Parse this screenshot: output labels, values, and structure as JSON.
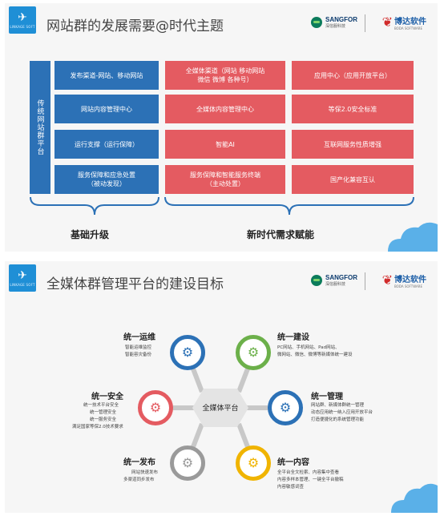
{
  "slide1": {
    "logo": {
      "sub": "LINKAGE SOFT"
    },
    "title": "网站群的发展需要@时代主题",
    "brand_sangfor": {
      "name": "SANGFOR",
      "cn": "深信服科技"
    },
    "brand_boda": {
      "name": "博达软件",
      "cn": "BODA SOFTWARE"
    },
    "side_label": "传统网站群平台",
    "rows": [
      {
        "a": "发布渠道-网站、移动网站",
        "b": "全媒体渠道（网站 移动网站\n微信 微博 各种号）",
        "c": "应用中心（应用开放平台）"
      },
      {
        "a": "网站内容管理中心",
        "b": "全媒体内容管理中心",
        "c": "等保2.0安全标准"
      },
      {
        "a": "运行支撑（运行保障）",
        "b": "智能AI",
        "c": "互联网服务性质增强"
      },
      {
        "a": "服务保障和应急处置\n（被动发现）",
        "b": "服务保障和智能服务终端\n（主动处置）",
        "c": "国产化兼容互认"
      }
    ],
    "footer_left": "基础升级",
    "footer_right": "新时代需求赋能",
    "colors": {
      "blue": "#2c71b6",
      "red": "#e45b61"
    }
  },
  "slide2": {
    "title": "全媒体群管理平台的建设目标",
    "hub": "全媒体平台",
    "nodes": {
      "ops": {
        "title": "统一运维",
        "lines": [
          "智能运维监控",
          "智能容灾备份"
        ],
        "color": "#2c71b6"
      },
      "build": {
        "title": "统一建设",
        "lines": [
          "PC网站、手机网站、Pad网站、",
          "微网站、微信、微博等新媒体统一建设"
        ],
        "color": "#6cb04a"
      },
      "security": {
        "title": "统一安全",
        "lines": [
          "统一技术平台安全",
          "统一管理安全",
          "统一服务安全",
          "满足国家等保2.0技术要求"
        ],
        "color": "#e45b61"
      },
      "manage": {
        "title": "统一管理",
        "lines": [
          "网站群、新媒体群统一管理",
          "动态应用统一纳入应用开放平台",
          "打造便捷化的系统管理功能"
        ],
        "color": "#2c71b6"
      },
      "publish": {
        "title": "统一发布",
        "lines": [
          "网站快速发布",
          "多渠道同步发布"
        ],
        "color": "#9a9a9a"
      },
      "content": {
        "title": "统一内容",
        "lines": [
          "全平台全文检索、内容集中查看",
          "内容多样本管理、一键全平台撤稿",
          "内容敏感词查"
        ],
        "color": "#f0b400"
      }
    }
  }
}
